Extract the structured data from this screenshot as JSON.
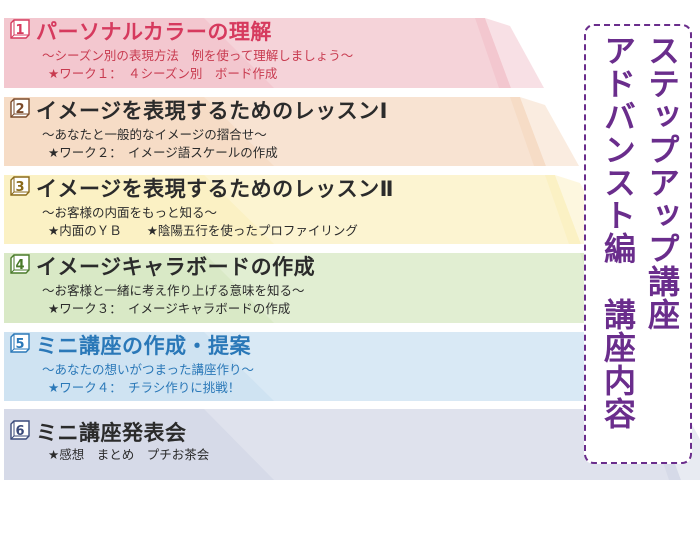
{
  "steps": [
    {
      "number": "1",
      "title": "パーソナルカラーの理解",
      "subtitle": "〜シーズン別の表現方法　例を使って理解しましょう〜",
      "task": "★ワーク１：　４シーズン別　ボード作成",
      "band_color": "#f3c7cf",
      "title_color": "#d63a5e",
      "text_color": "#c83a4f",
      "badge_color": "#d63a5e"
    },
    {
      "number": "2",
      "title": "イメージを表現するためのレッスンⅠ",
      "subtitle": "〜あなたと一般的なイメージの摺合せ〜",
      "task": "★ワーク２：　イメージ語スケールの作成",
      "band_color": "#f6dcc6",
      "title_color": "#2b2b2b",
      "text_color": "#2b2b2b",
      "badge_color": "#7a4a2a"
    },
    {
      "number": "3",
      "title": "イメージを表現するためのレッスンⅡ",
      "subtitle": "〜お客様の内面をもっと知る〜",
      "task": "★内面のＹＢ　　★陰陽五行を使ったプロファイリング",
      "band_color": "#fbf1c4",
      "title_color": "#2b2b2b",
      "text_color": "#2b2b2b",
      "badge_color": "#8a6a1a"
    },
    {
      "number": "4",
      "title": "イメージキャラボードの作成",
      "subtitle": "〜お客様と一緒に考え作り上げる意味を知る〜",
      "task": "★ワーク３：　イメージキャラボードの作成",
      "band_color": "#d9e9c6",
      "title_color": "#2b2b2b",
      "text_color": "#2b2b2b",
      "badge_color": "#4a7a2a"
    },
    {
      "number": "5",
      "title": "ミニ講座の作成・提案",
      "subtitle": "〜あなたの想いがつまった講座作り〜",
      "task": "★ワーク４：　チラシ作りに挑戦！",
      "band_color": "#cfe3f2",
      "title_color": "#2a78b8",
      "text_color": "#2a78b8",
      "badge_color": "#2a78b8"
    },
    {
      "number": "6",
      "title": "ミニ講座発表会",
      "subtitle": "",
      "task": "★感想　まとめ　プチお茶会",
      "band_color": "#d6dae8",
      "title_color": "#2b2b2b",
      "text_color": "#2b2b2b",
      "badge_color": "#3a4a7a"
    }
  ],
  "side_title": {
    "line1": "ステップアップ講座",
    "line2": "アドバンスト編　講座内容",
    "color": "#6a2d8c"
  }
}
